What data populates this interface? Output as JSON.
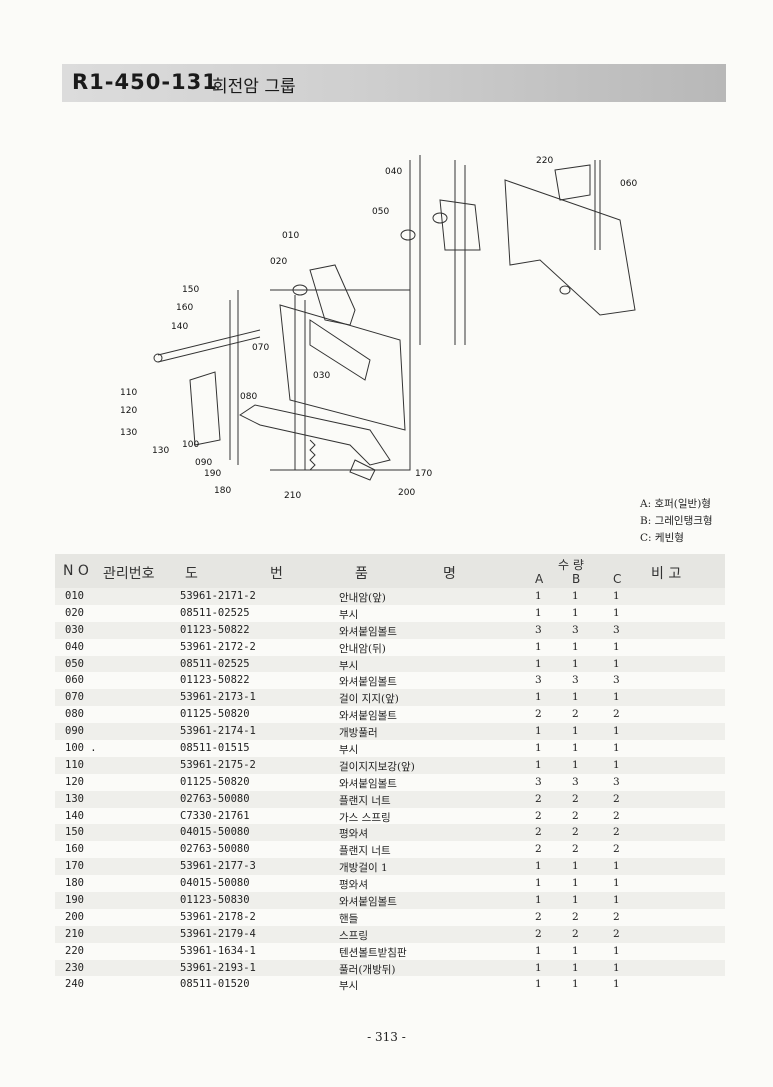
{
  "header": {
    "code": "R1-450-131",
    "title": "회전암 그룹"
  },
  "diagram": {
    "labels": [
      "010",
      "020",
      "030",
      "040",
      "050",
      "060",
      "070",
      "080",
      "090",
      "100",
      "110",
      "120",
      "130",
      "130",
      "140",
      "150",
      "160",
      "170",
      "180",
      "190",
      "200",
      "210",
      "220"
    ]
  },
  "legend": [
    "A: 호퍼(일반)형",
    "B: 그레인탱크형",
    "C: 케빈형"
  ],
  "table": {
    "headers": {
      "no": "N O",
      "mgmt": "관리번호",
      "dwg1": "도",
      "dwg2": "번",
      "name1": "품",
      "name2": "명",
      "qty": "수   량",
      "a": "A",
      "b": "B",
      "c": "C",
      "remarks": "비   고"
    },
    "rows": [
      {
        "no": "010",
        "dwg": "53961-2171-2",
        "name": "안내암(앞)",
        "a": "1",
        "b": "1",
        "c": "1"
      },
      {
        "no": "020",
        "dwg": "08511-02525",
        "name": "부시",
        "a": "1",
        "b": "1",
        "c": "1"
      },
      {
        "no": "030",
        "dwg": "01123-50822",
        "name": "와셔붙임볼트",
        "a": "3",
        "b": "3",
        "c": "3"
      },
      {
        "no": "040",
        "dwg": "53961-2172-2",
        "name": "안내암(뒤)",
        "a": "1",
        "b": "1",
        "c": "1"
      },
      {
        "no": "050",
        "dwg": "08511-02525",
        "name": "부시",
        "a": "1",
        "b": "1",
        "c": "1"
      },
      {
        "no": "060",
        "dwg": "01123-50822",
        "name": "와셔붙임볼트",
        "a": "3",
        "b": "3",
        "c": "3"
      },
      {
        "no": "070",
        "dwg": "53961-2173-1",
        "name": "걸이 지지(앞)",
        "a": "1",
        "b": "1",
        "c": "1"
      },
      {
        "no": "080",
        "dwg": "01125-50820",
        "name": "와셔붙임볼트",
        "a": "2",
        "b": "2",
        "c": "2"
      },
      {
        "no": "090",
        "dwg": "53961-2174-1",
        "name": "개방풀러",
        "a": "1",
        "b": "1",
        "c": "1"
      },
      {
        "no": "100 .",
        "dwg": "08511-01515",
        "name": "부시",
        "a": "1",
        "b": "1",
        "c": "1"
      },
      {
        "no": "110",
        "dwg": "53961-2175-2",
        "name": "걸이지지보강(앞)",
        "a": "1",
        "b": "1",
        "c": "1"
      },
      {
        "no": "120",
        "dwg": "01125-50820",
        "name": "와셔붙임볼트",
        "a": "3",
        "b": "3",
        "c": "3"
      },
      {
        "no": "130",
        "dwg": "02763-50080",
        "name": "플랜지 너트",
        "a": "2",
        "b": "2",
        "c": "2"
      },
      {
        "no": "140",
        "dwg": "C7330-21761",
        "name": "가스 스프링",
        "a": "2",
        "b": "2",
        "c": "2"
      },
      {
        "no": "150",
        "dwg": "04015-50080",
        "name": "평와셔",
        "a": "2",
        "b": "2",
        "c": "2"
      },
      {
        "no": "160",
        "dwg": "02763-50080",
        "name": "플랜지 너트",
        "a": "2",
        "b": "2",
        "c": "2"
      },
      {
        "no": "170",
        "dwg": "53961-2177-3",
        "name": "개방걸이 1",
        "a": "1",
        "b": "1",
        "c": "1"
      },
      {
        "no": "180",
        "dwg": "04015-50080",
        "name": "평와셔",
        "a": "1",
        "b": "1",
        "c": "1"
      },
      {
        "no": "190",
        "dwg": "01123-50830",
        "name": "와셔붙임볼트",
        "a": "1",
        "b": "1",
        "c": "1"
      },
      {
        "no": "200",
        "dwg": "53961-2178-2",
        "name": "핸들",
        "a": "2",
        "b": "2",
        "c": "2"
      },
      {
        "no": "210",
        "dwg": "53961-2179-4",
        "name": "스프링",
        "a": "2",
        "b": "2",
        "c": "2"
      },
      {
        "no": "220",
        "dwg": "53961-1634-1",
        "name": "텐션볼트받침판",
        "a": "1",
        "b": "1",
        "c": "1"
      },
      {
        "no": "230",
        "dwg": "53961-2193-1",
        "name": "풀러(개방뒤)",
        "a": "1",
        "b": "1",
        "c": "1"
      },
      {
        "no": "240",
        "dwg": "08511-01520",
        "name": "부시",
        "a": "1",
        "b": "1",
        "c": "1"
      }
    ]
  },
  "page_number": "- 313 -"
}
